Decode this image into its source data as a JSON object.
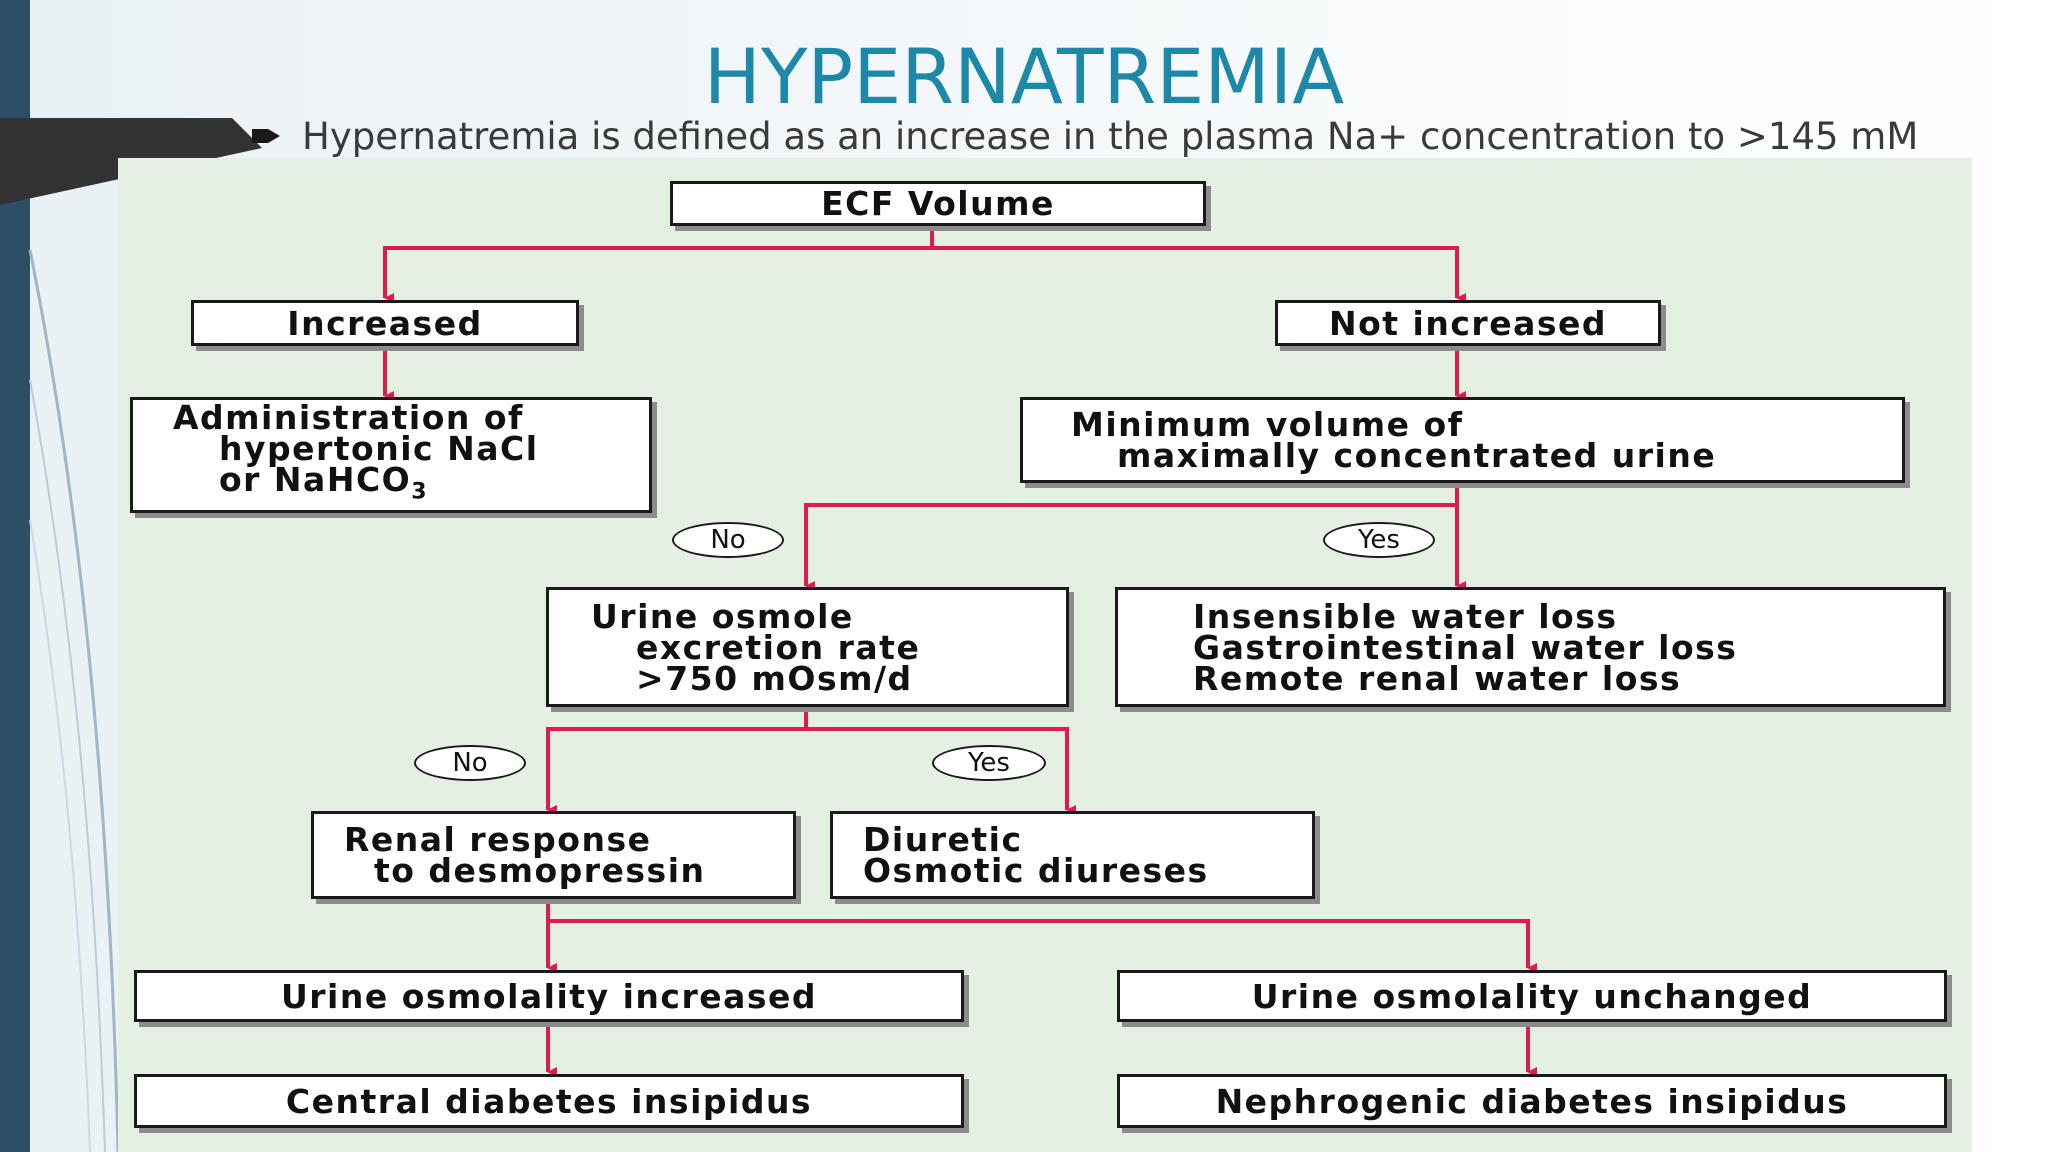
{
  "slide": {
    "title": "HYPERNATREMIA",
    "bullet": "Hypernatremia is defined as an increase in the plasma Na+ concentration to >145 mM"
  },
  "flowchart": {
    "root": "ECF Volume",
    "increased": "Increased",
    "not_increased": "Not increased",
    "administration": [
      "Administration of",
      "hypertonic NaCl",
      "or NaHCO"
    ],
    "administration_subscript": "3",
    "minimum_volume": [
      "Minimum volume of",
      "maximally concentrated urine"
    ],
    "no_label_1": "No",
    "yes_label_1": "Yes",
    "urine_osmole": [
      "Urine osmole",
      "excretion rate",
      ">750 mOsm/d"
    ],
    "water_loss": [
      "Insensible water loss",
      "Gastrointestinal water loss",
      "Remote renal water loss"
    ],
    "no_label_2": "No",
    "yes_label_2": "Yes",
    "renal_response": [
      "Renal response",
      "to desmopressin"
    ],
    "diuretic": [
      "Diuretic",
      "Osmotic diureses"
    ],
    "osmolality_increased": "Urine osmolality increased",
    "osmolality_unchanged": "Urine osmolality unchanged",
    "central_di": "Central diabetes insipidus",
    "nephrogenic_di": "Nephrogenic diabetes insipidus"
  },
  "colors": {
    "title": "#1e88a8",
    "panel": "#e3f0e2",
    "arrow": "#e01a4f",
    "side_bar": "#2c4e66"
  }
}
